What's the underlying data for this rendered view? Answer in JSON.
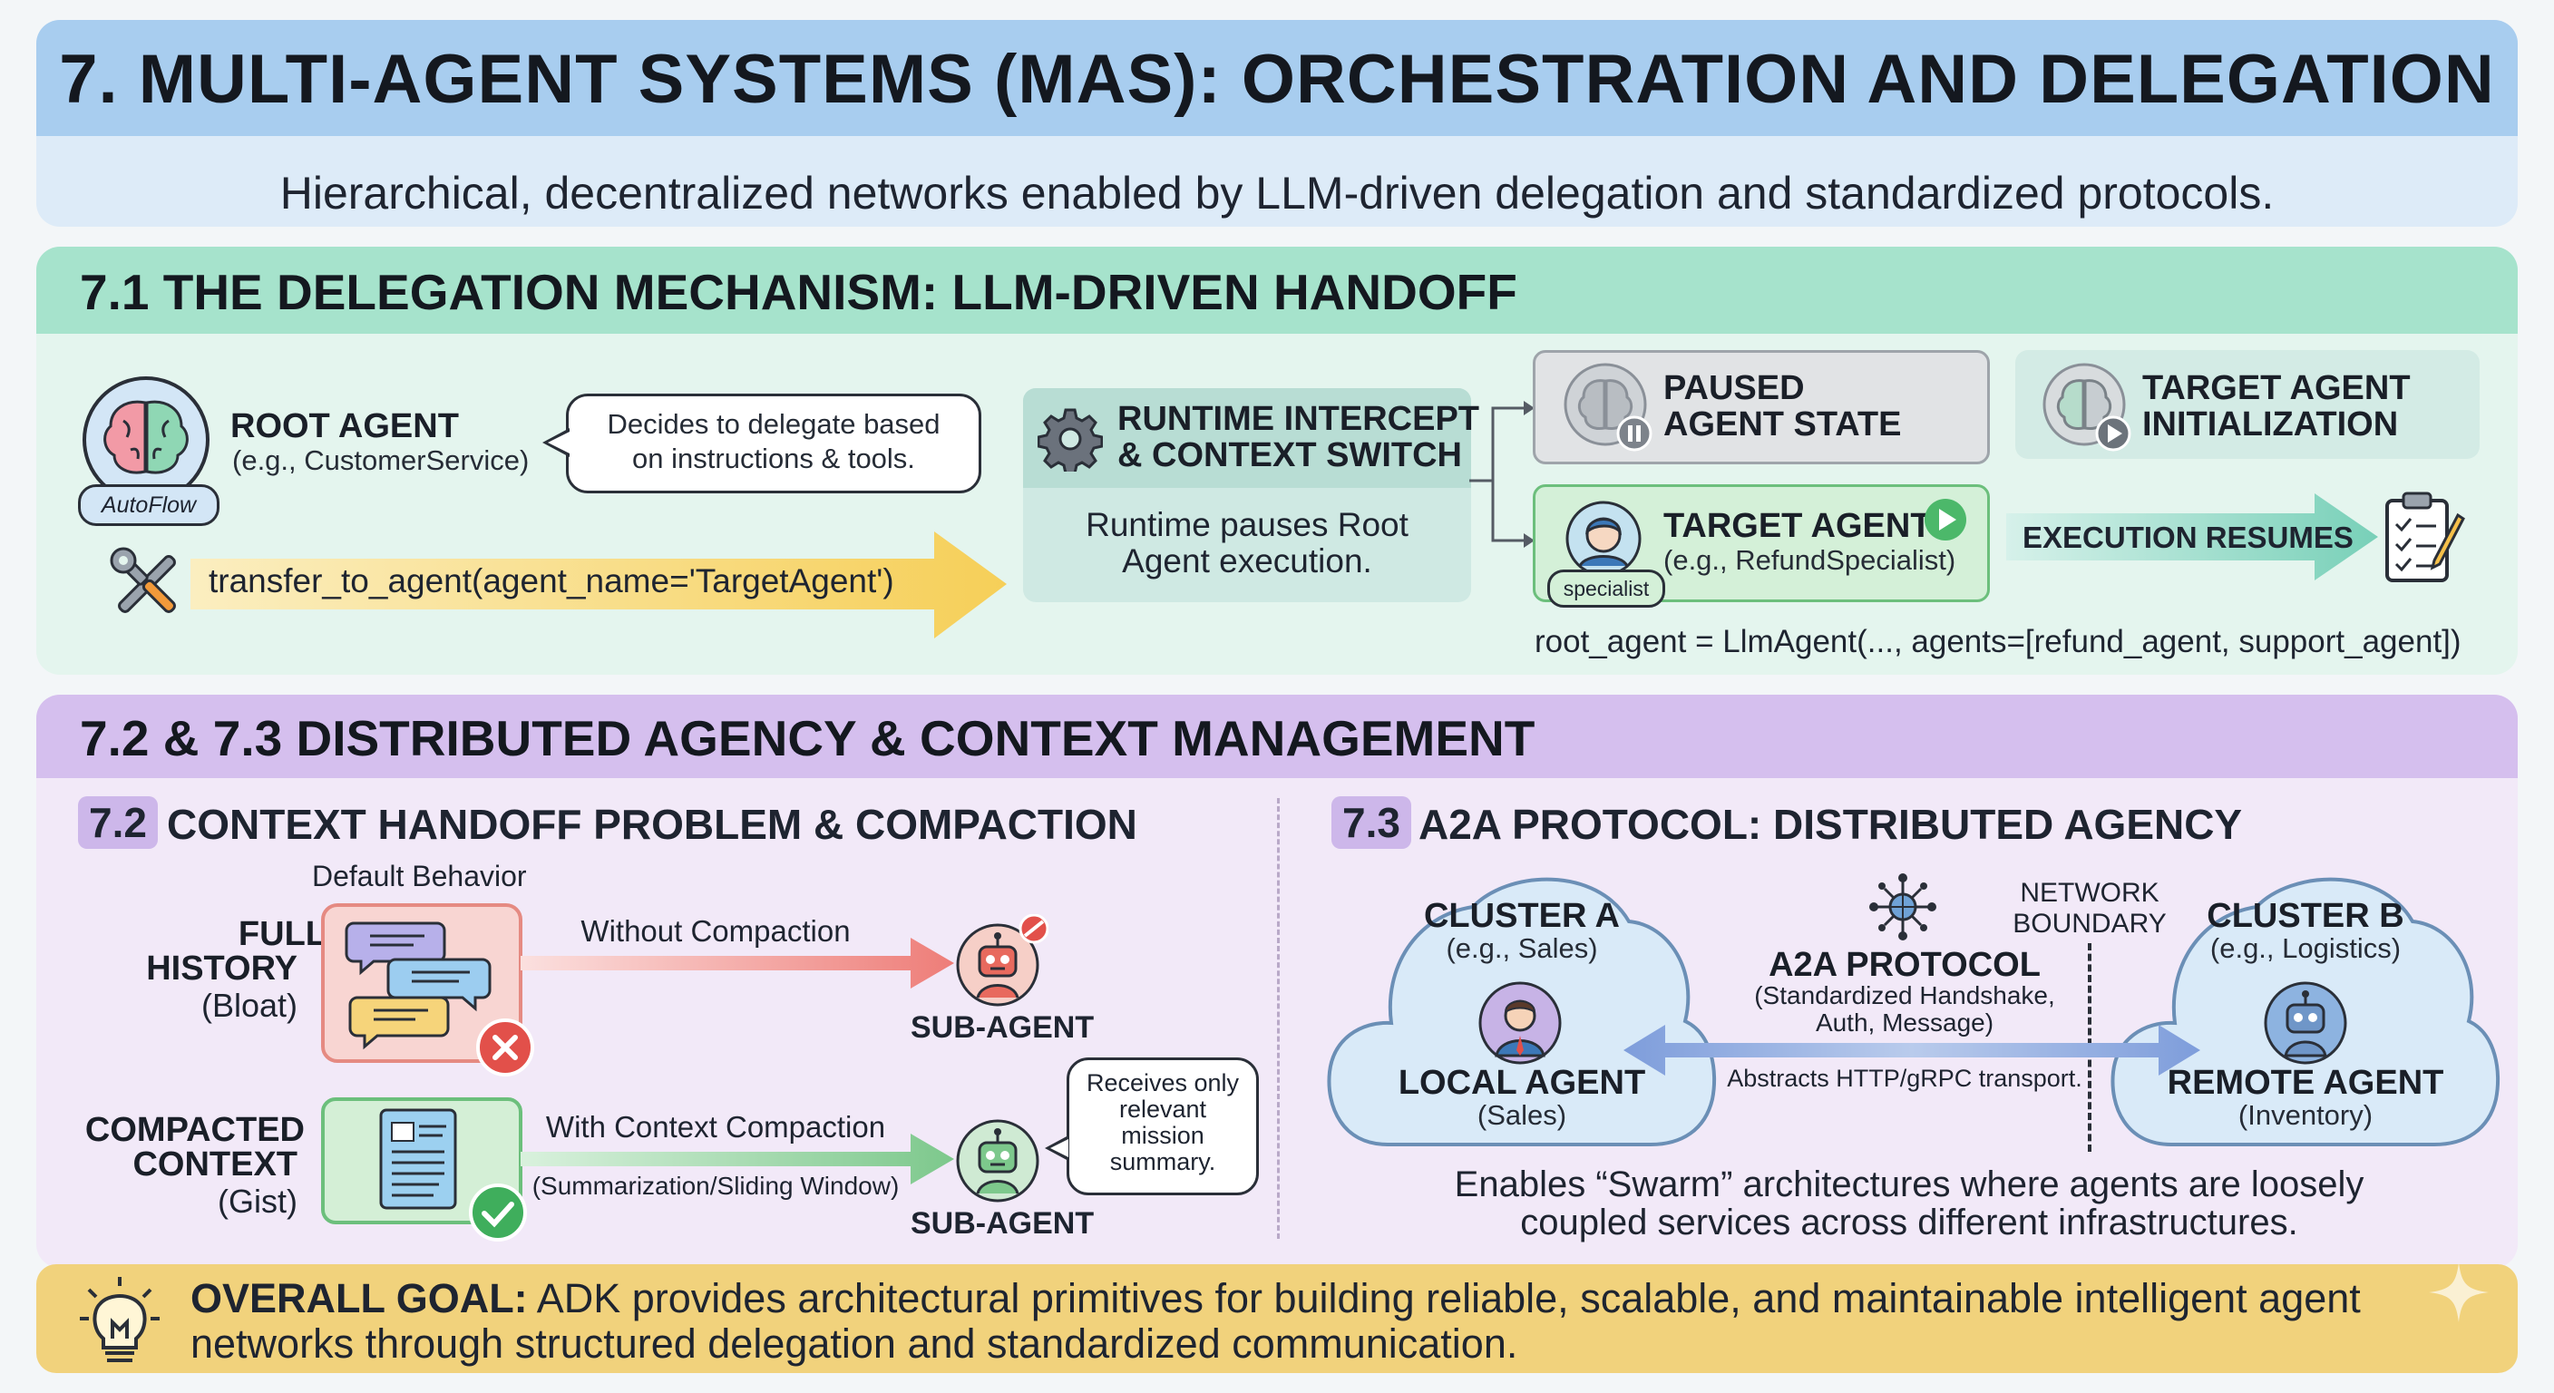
{
  "header": {
    "title": "7. MULTI-AGENT SYSTEMS (MAS): ORCHESTRATION AND DELEGATION",
    "subtitle": "Hierarchical, decentralized networks enabled by LLM-driven delegation and standardized protocols."
  },
  "section71": {
    "title": "7.1 THE DELEGATION MECHANISM: LLM-DRIVEN HANDOFF",
    "root_agent": {
      "title": "ROOT AGENT",
      "example": "(e.g., CustomerService)",
      "badge": "AutoFlow"
    },
    "bubble": {
      "line1": "Decides to delegate based",
      "line2": "on instructions & tools."
    },
    "transfer_call": "transfer_to_agent(agent_name='TargetAgent')",
    "runtime": {
      "title_line1": "RUNTIME INTERCEPT",
      "title_line2": "& CONTEXT SWITCH",
      "body_line1": "Runtime pauses Root",
      "body_line2": "Agent execution."
    },
    "paused": {
      "line1": "PAUSED",
      "line2": "AGENT STATE"
    },
    "target_init": {
      "line1": "TARGET AGENT",
      "line2": "INITIALIZATION"
    },
    "target_agent": {
      "title": "TARGET AGENT",
      "example": "(e.g., RefundSpecialist)",
      "badge": "specialist"
    },
    "execution_resumes": "EXECUTION RESUMES",
    "code": "root_agent = LlmAgent(..., agents=[refund_agent, support_agent])"
  },
  "section72_73": {
    "title": "7.2 & 7.3 DISTRIBUTED AGENCY & CONTEXT MANAGEMENT"
  },
  "section72": {
    "num": "7.2",
    "title": "CONTEXT HANDOFF PROBLEM & COMPACTION",
    "default_behavior": "Default Behavior",
    "full_history": {
      "line1": "FULL",
      "line2": "HISTORY",
      "line3": "(Bloat)"
    },
    "without_compaction": "Without Compaction",
    "sub_agent_1": "SUB-AGENT",
    "compacted": {
      "line1": "COMPACTED",
      "line2": "CONTEXT",
      "line3": "(Gist)"
    },
    "with_compaction": "With Context Compaction",
    "compaction_method": "(Summarization/Sliding Window)",
    "sub_agent_2": "SUB-AGENT",
    "mission_bubble": {
      "line1": "Receives only",
      "line2": "relevant",
      "line3": "mission",
      "line4": "summary."
    }
  },
  "section73": {
    "num": "7.3",
    "title": "A2A PROTOCOL: DISTRIBUTED AGENCY",
    "cluster_a": {
      "title": "CLUSTER A",
      "example": "(e.g., Sales)",
      "agent": "LOCAL AGENT",
      "agent_sub": "(Sales)"
    },
    "cluster_b": {
      "title": "CLUSTER B",
      "example": "(e.g., Logistics)",
      "agent": "REMOTE AGENT",
      "agent_sub": "(Inventory)"
    },
    "protocol": {
      "title": "A2A PROTOCOL",
      "line1": "(Standardized Handshake,",
      "line2": "Auth, Message)",
      "transport": "Abstracts HTTP/gRPC transport."
    },
    "network_boundary": {
      "line1": "NETWORK",
      "line2": "BOUNDARY"
    },
    "swarm_line1": "Enables “Swarm” architectures where agents are loosely",
    "swarm_line2": "coupled services across different infrastructures."
  },
  "goal": {
    "label": "OVERALL GOAL:",
    "line1": "ADK provides architectural primitives for building reliable, scalable, and maintainable intelligent agent",
    "line2": "networks through structured delegation and standardized communication."
  },
  "colors": {
    "header_blue": "#a8cdef",
    "subtitle_blue": "#ddebf8",
    "section_green": "#a6e3cc",
    "section_green_body": "#e4f5ee",
    "section_purple": "#d5bfee",
    "section_purple_body": "#f2e9f8",
    "goal_yellow": "#f1d27c",
    "arrow_yellow": "#f6cf58",
    "arrow_teal": "#86d6c0",
    "arrow_red": "#f0908c",
    "arrow_green": "#8ecf9a",
    "arrow_blue": "#8aa8dc"
  }
}
